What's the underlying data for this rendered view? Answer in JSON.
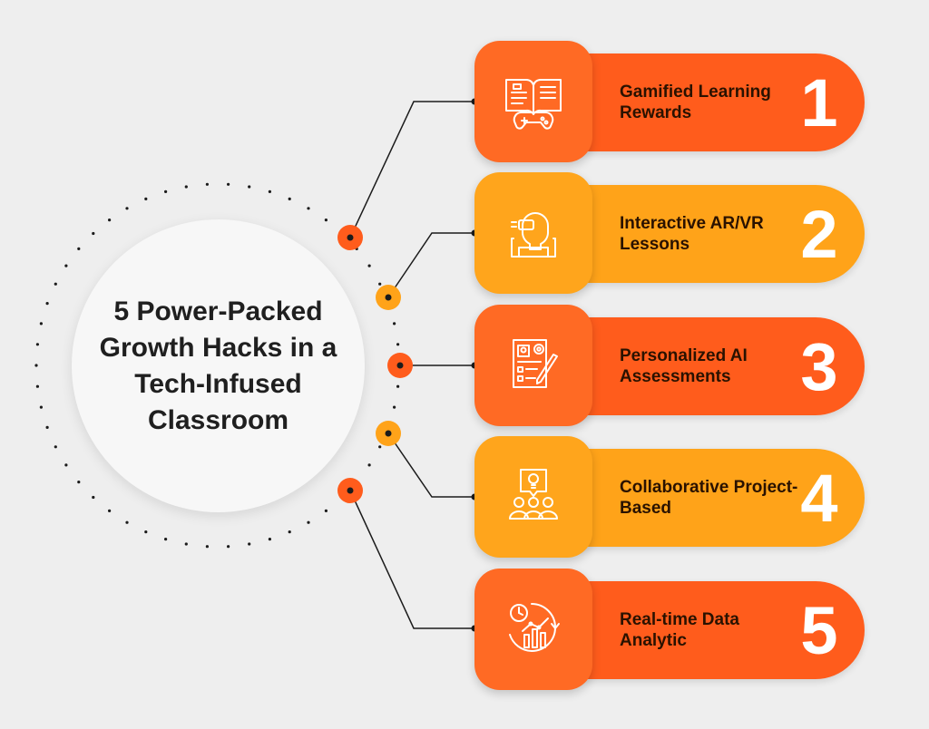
{
  "hub": {
    "title": "5 Power-Packed Growth Hacks in a Tech-Infused Classroom"
  },
  "colors": {
    "red": "#ff5c1c",
    "amber": "#ffa319",
    "text": "#2a1200",
    "background": "#eeeeee"
  },
  "items": [
    {
      "number": "1",
      "label": "Gamified Learning Rewards",
      "icon": "book-gamepad-icon",
      "color": "red"
    },
    {
      "number": "2",
      "label": "Interactive AR/VR Lessons",
      "icon": "vr-headset-icon",
      "color": "amber"
    },
    {
      "number": "3",
      "label": "Personalized AI Assessments",
      "icon": "assessment-form-icon",
      "color": "red"
    },
    {
      "number": "4",
      "label": "Collaborative Project-Based",
      "icon": "team-idea-icon",
      "color": "amber"
    },
    {
      "number": "5",
      "label": "Real-time Data Analytic",
      "icon": "analytics-chart-icon",
      "color": "red"
    }
  ]
}
